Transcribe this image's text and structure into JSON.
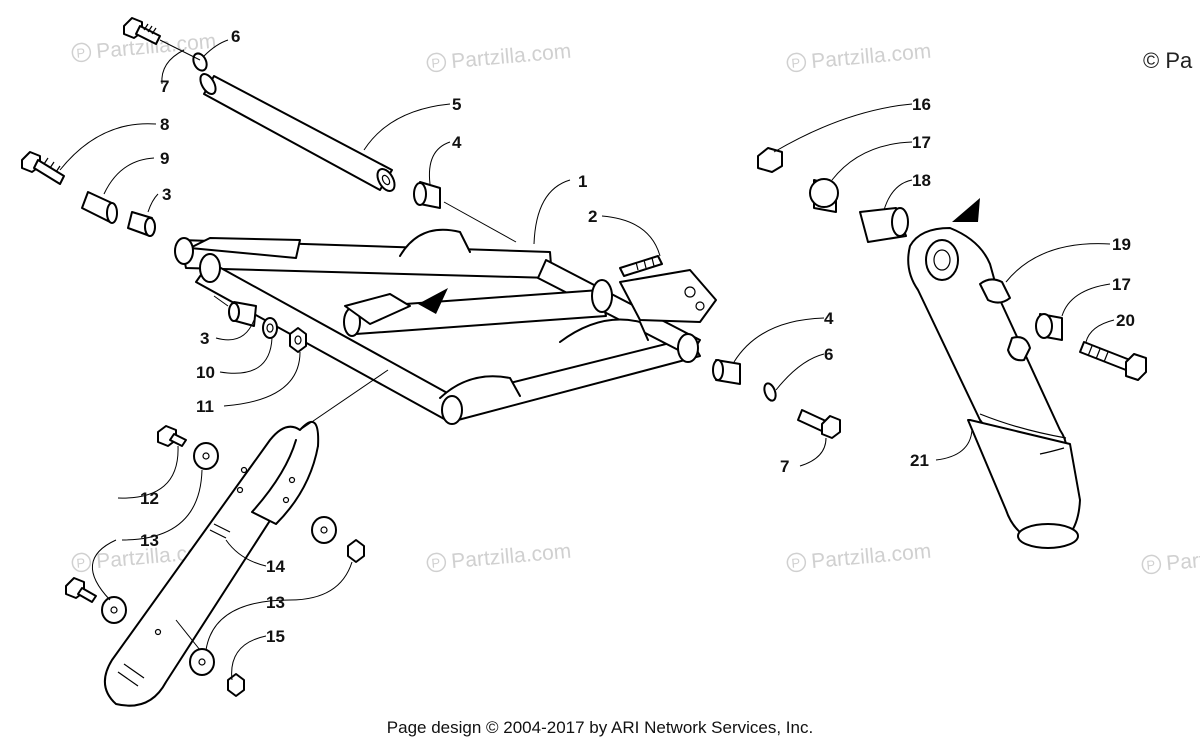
{
  "watermark": {
    "text": "Partzilla.com"
  },
  "copyright_corner": "© Pa",
  "footer": {
    "text": "Page design © 2004-2017 by ARI Network Services, Inc."
  },
  "callouts": [
    "1",
    "2",
    "3",
    "3",
    "4",
    "4",
    "5",
    "6",
    "6",
    "7",
    "7",
    "8",
    "9",
    "10",
    "11",
    "12",
    "13",
    "13",
    "14",
    "15",
    "16",
    "17",
    "17",
    "18",
    "19",
    "20",
    "21"
  ]
}
